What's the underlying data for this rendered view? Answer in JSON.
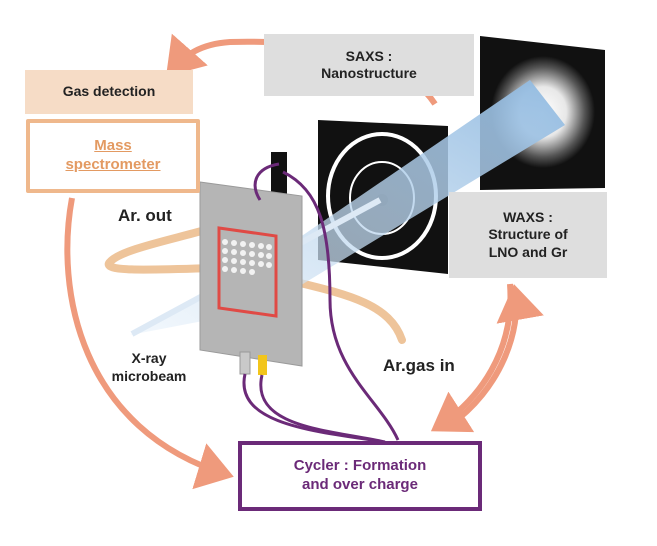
{
  "labels": {
    "gas_detection": "Gas detection",
    "mass_spectrometer": [
      "Mass",
      "spectrometer"
    ],
    "saxs": [
      "SAXS :",
      "Nanostructure"
    ],
    "waxs": [
      "WAXS :",
      "Structure of",
      "LNO and Gr"
    ],
    "ar_out": "Ar. out",
    "ar_gas_in": "Ar.gas in",
    "xray": [
      "X-ray",
      "microbeam"
    ],
    "cycler": [
      "Cycler : Formation",
      "and over charge"
    ]
  },
  "colors": {
    "arrow_salmon": "#ef9a7c",
    "gas_line": "#eec49a",
    "cycler_purple": "#6b2a78",
    "cell_gray": "#b5b5b5",
    "window_red": "#e04a45",
    "beam_blue": "#a9cbe8",
    "detector_black": "#111111"
  }
}
